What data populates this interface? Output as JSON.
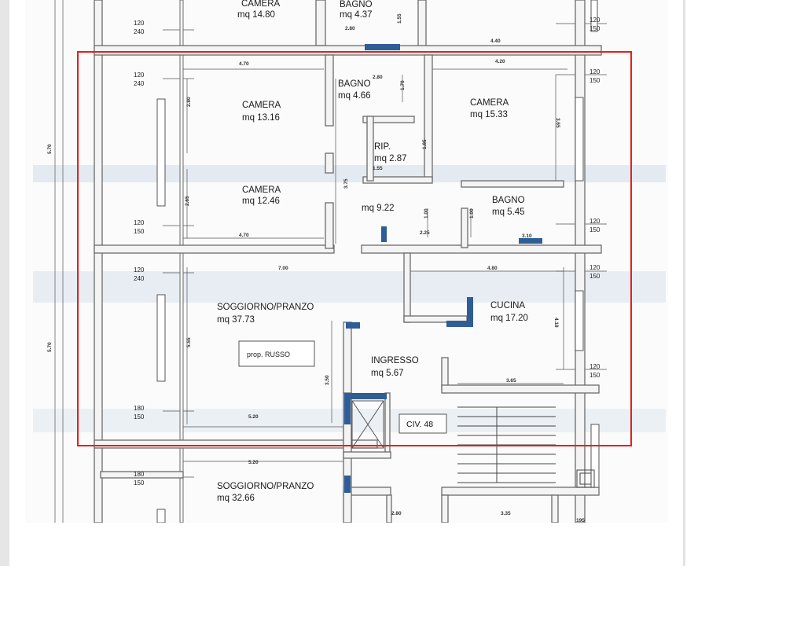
{
  "rooms": {
    "camera_top_prev": {
      "name": "CAMERA",
      "area": "mq 14.80"
    },
    "bagno_top_prev": {
      "name": "BAGNO",
      "area": "mq 4.37"
    },
    "camera_1": {
      "name": "CAMERA",
      "area": "mq 13.16"
    },
    "bagno_1": {
      "name": "BAGNO",
      "area": "mq 4.66"
    },
    "camera_2": {
      "name": "CAMERA",
      "area": "mq 15.33"
    },
    "rip": {
      "name": "RIP.",
      "area": "mq 2.87"
    },
    "camera_3": {
      "name": "CAMERA",
      "area": "mq 12.46"
    },
    "disimpegno": {
      "name": "",
      "area": "mq 9.22"
    },
    "bagno_2": {
      "name": "BAGNO",
      "area": "mq 5.45"
    },
    "soggiorno": {
      "name": "SOGGIORNO/PRANZO",
      "area": "mq 37.73"
    },
    "cucina": {
      "name": "CUCINA",
      "area": "mq 17.20"
    },
    "ingresso": {
      "name": "INGRESSO",
      "area": "mq 5.67"
    },
    "soggiorno_below": {
      "name": "SOGGIORNO/PRANZO",
      "area": "mq 32.66"
    }
  },
  "labels": {
    "owner": "prop. RUSSO",
    "civic": "CIV. 48"
  },
  "dims": {
    "d280_top": "2.80",
    "d155_top": "1.55",
    "d440_top": "4.40",
    "d470_a": "4.70",
    "d280_b": "2.80",
    "d420": "4.20",
    "d170": "1.70",
    "d280_v": "2.80",
    "d365_v": "3.65",
    "d185": "1.85",
    "d155_mid": "1.55",
    "d375": "3.75",
    "d265": "2.65",
    "d470_b": "4.70",
    "d100_a": "1.00",
    "d100_b": "1.00",
    "d225": "2.25",
    "d310": "3.10",
    "d700": "7.00",
    "d480": "4.80",
    "d418": "4.18",
    "d555": "5.55",
    "d350": "3.50",
    "d365_b": "3.65",
    "d520_a": "5.20",
    "d520_b": "5.20",
    "d280_c": "2.80",
    "d335": "3.35",
    "d195": "195",
    "d570_a": "5.70",
    "d570_b": "5.70"
  },
  "side_dims": {
    "l1": [
      "120",
      "240"
    ],
    "l2": [
      "120",
      "240"
    ],
    "l3": [
      "120",
      "150"
    ],
    "l4": [
      "120",
      "240"
    ],
    "l5": [
      "180",
      "150"
    ],
    "l6": [
      "180",
      "150"
    ],
    "r1": [
      "120",
      "150"
    ],
    "r2": [
      "120",
      "150"
    ],
    "r3": [
      "120",
      "150"
    ],
    "r4": [
      "120",
      "150"
    ],
    "r5": [
      "120",
      "150"
    ]
  },
  "colors": {
    "wall": "#6b6b6b",
    "wall_fill": "#f4f4f4",
    "accent_blue": "#2f5d96",
    "highlight": "#e0211f"
  }
}
